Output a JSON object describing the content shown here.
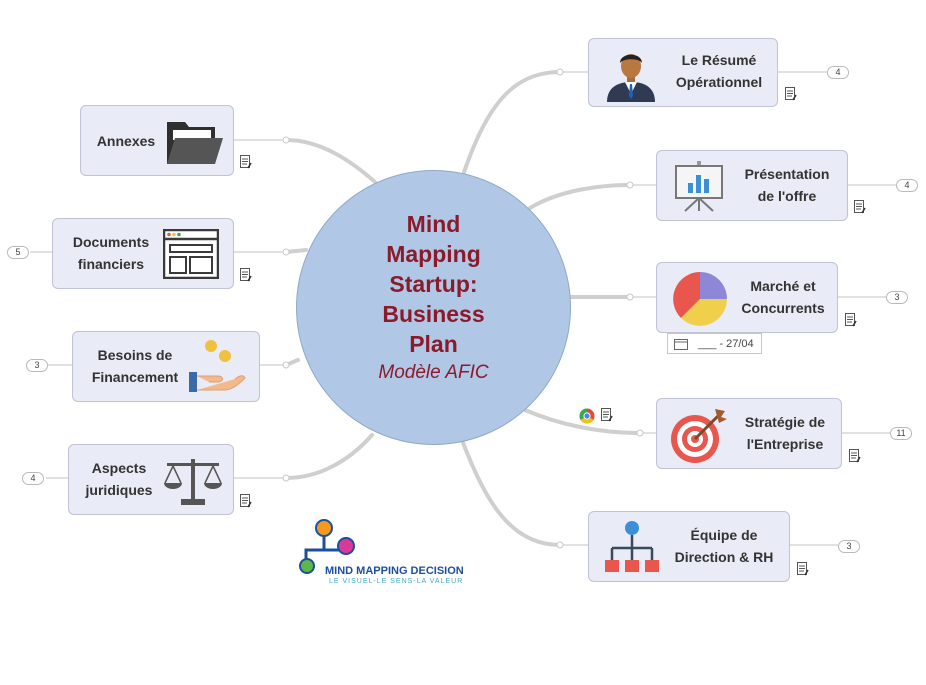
{
  "center": {
    "title_lines": [
      "Mind",
      "Mapping",
      "Startup:",
      "Business",
      "Plan"
    ],
    "subtitle": "Modèle AFIC"
  },
  "branches": {
    "resume": {
      "lines": [
        "Le Résumé",
        "Opérationnel"
      ],
      "count": "4"
    },
    "offre": {
      "lines": [
        "Présentation",
        "de l'offre"
      ],
      "count": "4"
    },
    "marche": {
      "lines": [
        "Marché et",
        "Concurrents"
      ],
      "count": "3",
      "date": "___ - 27/04"
    },
    "strategie": {
      "lines": [
        "Stratégie de",
        "l'Entreprise"
      ],
      "count": "11"
    },
    "equipe": {
      "lines": [
        "Équipe de",
        "Direction & RH"
      ],
      "count": "3"
    },
    "annexes": {
      "lines": [
        "Annexes"
      ]
    },
    "documents": {
      "lines": [
        "Documents",
        "financiers"
      ],
      "count": "5"
    },
    "besoins": {
      "lines": [
        "Besoins de",
        "Financement"
      ],
      "count": "3"
    },
    "aspects": {
      "lines": [
        "Aspects",
        "juridiques"
      ],
      "count": "4"
    }
  },
  "logo": {
    "name": "MIND MAPPING DECISION",
    "tagline": "LE VISUEL-LE SENS-LA VALEUR"
  },
  "colors": {
    "center_fill": "#b0c8e6",
    "center_text": "#8b1a2b",
    "node_fill": "#e9ebf6",
    "link": "#c8c8c8"
  }
}
